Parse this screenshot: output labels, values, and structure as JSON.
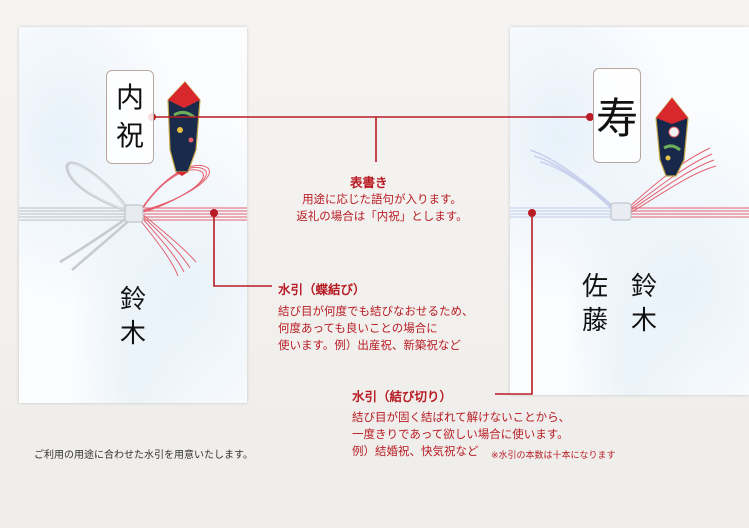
{
  "left_envelope": {
    "label_chars": [
      "内",
      "祝"
    ],
    "name_chars": [
      "鈴",
      "木"
    ]
  },
  "right_envelope": {
    "label_char": "寿",
    "name_col_right": [
      "鈴",
      "木"
    ],
    "name_col_left": [
      "佐",
      "藤"
    ]
  },
  "callouts": {
    "omotegaki": {
      "heading": "表書き",
      "lines": [
        "用途に応じた語句が入ります。",
        "返礼の場合は「内祝」とします。"
      ]
    },
    "chou_musubi": {
      "heading": "水引（蝶結び）",
      "lines": [
        "結び目が何度でも結びなおせるため、",
        "何度あっても良いことの場合に",
        "使います。例）出産祝、新築祝など"
      ]
    },
    "musubikiri": {
      "heading": "水引（結び切り）",
      "lines": [
        "結び目が固く結ばれて解けないことから、",
        "一度きりであって欲しい場合に使います。",
        "例）結婚祝、快気祝など"
      ]
    }
  },
  "notes": {
    "bottom_left": "ご利用の用途に合わせた水引を用意いたします。",
    "bottom_right": "※水引の本数は十本になります"
  },
  "colors": {
    "accent_red": "#b81c24",
    "mizuhiki_red": "#e45d6c",
    "mizuhiki_silver": "#c9cfd6"
  }
}
